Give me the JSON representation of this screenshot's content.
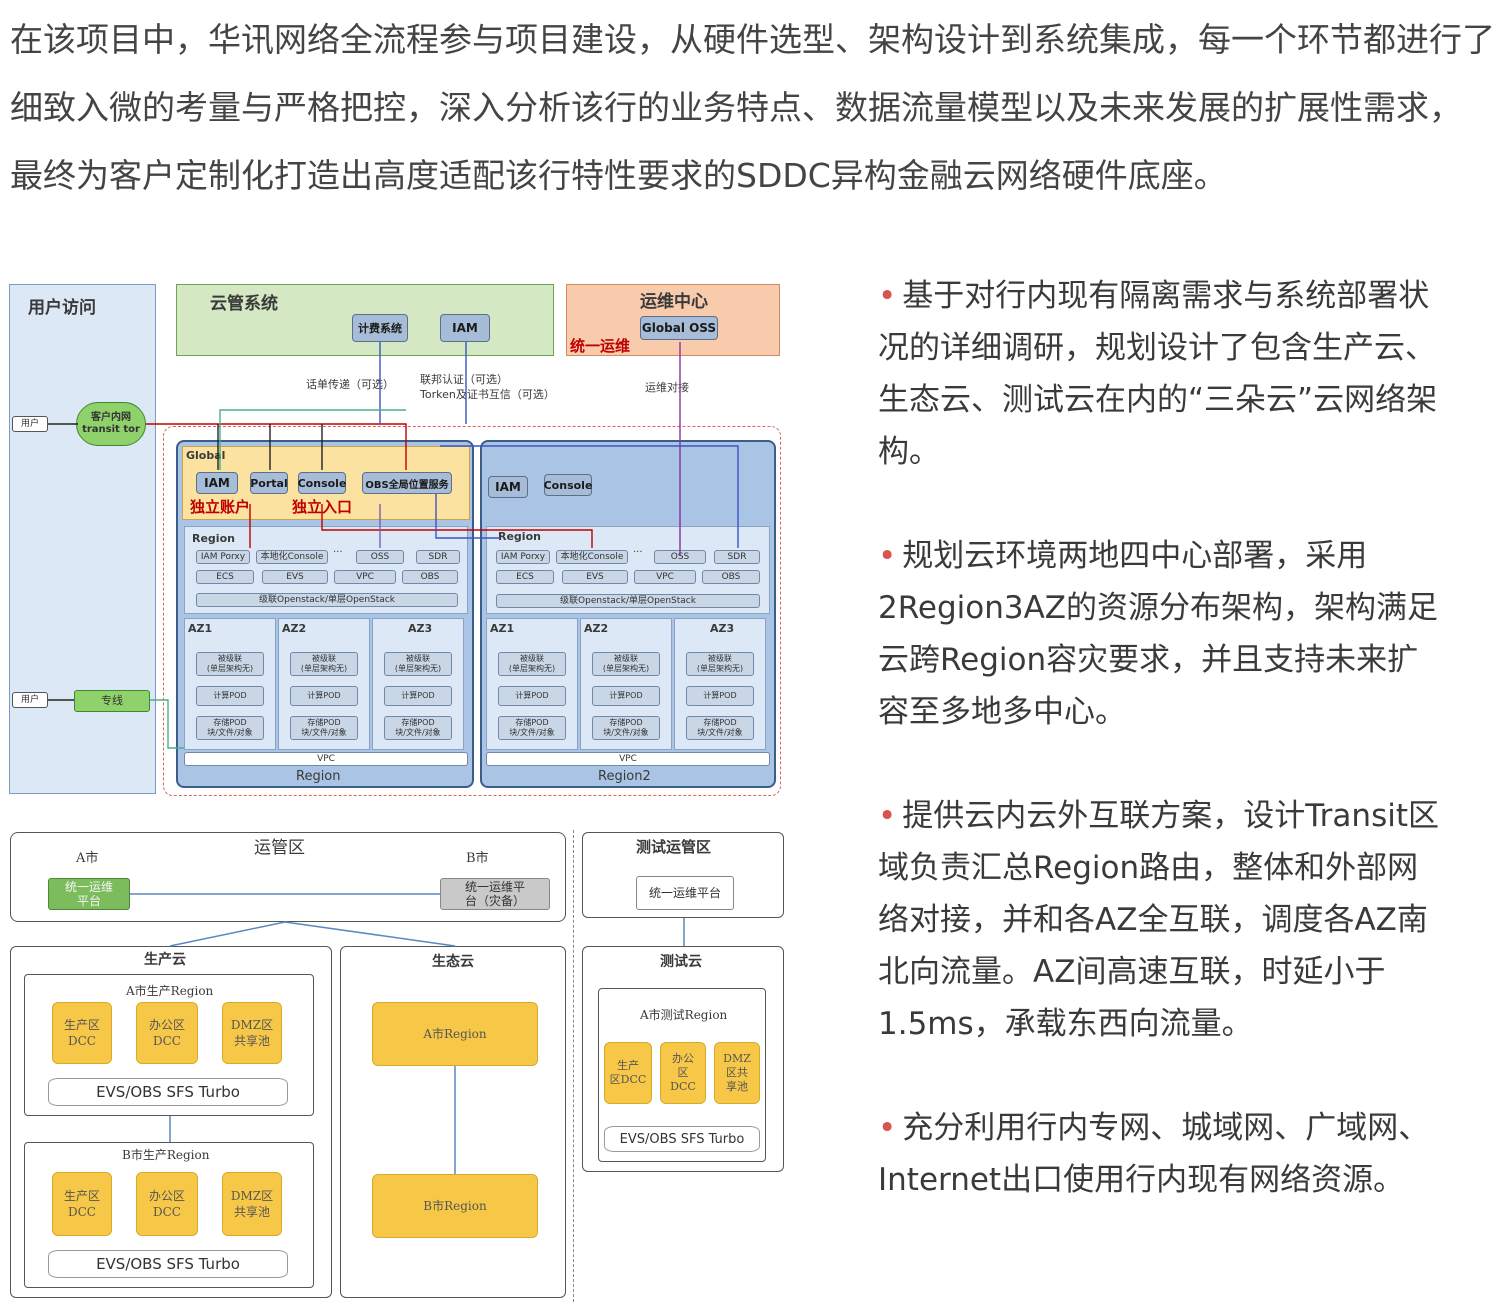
{
  "intro": [
    "在该项目中，华讯网络全流程参与项目建设，从硬件选型、架构设计到系统集成，每一个环节都进行了",
    "细致入微的考量与严格把控，深入分析该行的业务特点、数据流量模型以及未来发展的扩展性需求，",
    "最终为客户定制化打造出高度适配该行特性要求的SDDC异构金融云网络硬件底座。"
  ],
  "bullets": [
    "基于对行内现有隔离需求与系统部署状况的详细调研，规划设计了包含生产云、生态云、测试云在内的“三朵云”云网络架构。",
    "规划云环境两地四中心部署，采用2Region3AZ的资源分布架构，架构满足云跨Region容灾要求，并且支持未来扩容至多地多中心。",
    "提供云内云外互联方案，设计Transit区域负责汇总Region路由，整体和外部网络对接，并和各AZ全互联，调度各AZ南北向流量。AZ间高速互联，时延小于1.5ms，承载东西向流量。",
    "充分利用行内专网、城域网、广域网、Internet出口使用行内现有网络资源。"
  ],
  "diagram1": {
    "user_access": "用户访问",
    "user": "用户",
    "transit": "客户内网\ntransit tor",
    "dedicated_line": "专线",
    "cloud_mgmt": "云管系统",
    "billing": "计费系统",
    "iam": "IAM",
    "ops_center": "运维中心",
    "global_oss": "Global OSS",
    "unified_ops": "统一运维",
    "note1": "话单传递（可选）",
    "note2": "联邦认证（可选）",
    "note3": "Torken及证书互信（可选）",
    "note4": "运维对接",
    "global": "Global",
    "global_btns": [
      "IAM",
      "Portal",
      "Console",
      "OBS全局位置服务"
    ],
    "independent_account": "独立账户",
    "independent_entry": "独立入口",
    "r2_btns": [
      "IAM",
      "Console"
    ],
    "region_label": "Region",
    "region_row1": [
      "IAM Porxy",
      "本地化Console",
      "···",
      "OSS",
      "SDR"
    ],
    "region_row2": [
      "ECS",
      "EVS",
      "VPC",
      "OBS"
    ],
    "openstack": "级联Openstack/单层OpenStack",
    "azs": [
      "AZ1",
      "AZ2",
      "AZ3"
    ],
    "az_items": [
      "被级联\n(单层架构无)",
      "计算POD",
      "存储POD\n块/文件/对象"
    ],
    "vpc": "VPC",
    "region1_name": "Region",
    "region2_name": "Region2"
  },
  "diagram2": {
    "ops_zone": "运管区",
    "city_a": "A市",
    "city_b": "B市",
    "ops_a": "统一运维\n平台",
    "ops_b": "统一运维平\n台（灾备）",
    "test_ops_zone": "测试运管区",
    "test_ops": "统一运维平台",
    "prod_cloud": "生产云",
    "eco_cloud": "生态云",
    "test_cloud": "测试云",
    "a_prod_region": "A市生产Region",
    "b_prod_region": "B市生产Region",
    "a_test_region": "A市测试Region",
    "prod_boxes": [
      "生产区\nDCC",
      "办公区\nDCC",
      "DMZ区\n共享池"
    ],
    "test_boxes": [
      "生产\n区DCC",
      "办公\n区\nDCC",
      "DMZ\n区共\n享池"
    ],
    "storage": "EVS/OBS SFS Turbo",
    "a_region": "A市Region",
    "b_region": "B市Region"
  },
  "colors": {
    "accent_red": "#c00000",
    "green": "#d5e8c4",
    "orange": "#f8cbad",
    "blue": "#c5d9ef",
    "yellow": "#f7c747"
  }
}
